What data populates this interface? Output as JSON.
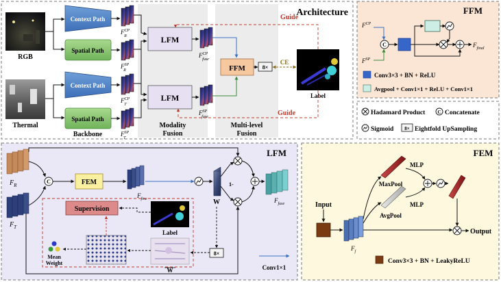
{
  "architecture": {
    "title": "Architecture",
    "inputs": {
      "rgb": "RGB",
      "thermal": "Thermal"
    },
    "paths": {
      "context": "Context Path",
      "spatial": "Spatial Path"
    },
    "backbone": "Backbone",
    "features": {
      "r_cp_main": "F",
      "r_cp_sup": "CP",
      "r_cp_sub": "R",
      "r_sp_main": "F",
      "r_sp_sup": "SP",
      "r_sp_sub": "R",
      "t_cp_main": "F",
      "t_cp_sup": "CP",
      "t_cp_sub": "T",
      "t_sp_main": "F",
      "t_sp_sup": "SP",
      "t_sp_sub": "T",
      "fuse_cp_main": "F",
      "fuse_cp_sup": "CP",
      "fuse_cp_sub": "fuse",
      "fuse_sp_main": "F",
      "fuse_sp_sup": "SP",
      "fuse_sp_sub": "fuse"
    },
    "lfm": "LFM",
    "ffm": "FFM",
    "upsample": "8×",
    "ce": "CE",
    "label": "Label",
    "guide_top": "Guide",
    "guide_bottom": "Guide",
    "modality_fusion_1": "Modality",
    "modality_fusion_2": "Fusion",
    "multilevel_fusion_1": "Multi-level",
    "multilevel_fusion_2": "Fusion"
  },
  "ffm_panel": {
    "title": "FFM",
    "in_cp_main": "F",
    "in_cp_sup": "CP",
    "in_sp_main": "F",
    "in_sp_sup": "SP",
    "concat": "C",
    "out_main": "F",
    "out_sub": "final",
    "legend_conv": "Conv3×3 + BN + ReLU",
    "legend_avg": "Avgpool + Conv1×1 + ReLU + Conv1×1"
  },
  "symbols": {
    "hadamard": "Hadamard Product",
    "concatenate": "Concatenate",
    "sigmoid": "Sigmoid",
    "upsampling": "Eightfold UpSampling",
    "upsample_box": "8×"
  },
  "lfm_panel": {
    "title": "LFM",
    "fr_main": "F",
    "fr_sub": "R",
    "ft_main": "F",
    "ft_sub": "T",
    "concat": "C",
    "fem": "FEM",
    "fine_main": "F",
    "fine_sub": "fine",
    "w": "W",
    "one_minus": "1-",
    "fuse_main": "F",
    "fuse_sub": "fuse",
    "supervision": "Supervision",
    "label": "Label",
    "mean_weight_1": "Mean",
    "mean_weight_2": "Weight",
    "w_bar": "W",
    "upsample": "8×",
    "conv_legend": "Conv1×1"
  },
  "fem_panel": {
    "title": "FEM",
    "input": "Input",
    "maxpool": "MaxPool",
    "avgpool": "AvgPool",
    "mlp_top": "MLP",
    "mlp_bottom": "MLP",
    "ff_main": "F",
    "ff_sub": "f",
    "output": "Output",
    "legend": "Conv3×3 + BN + LeakyReLU"
  }
}
